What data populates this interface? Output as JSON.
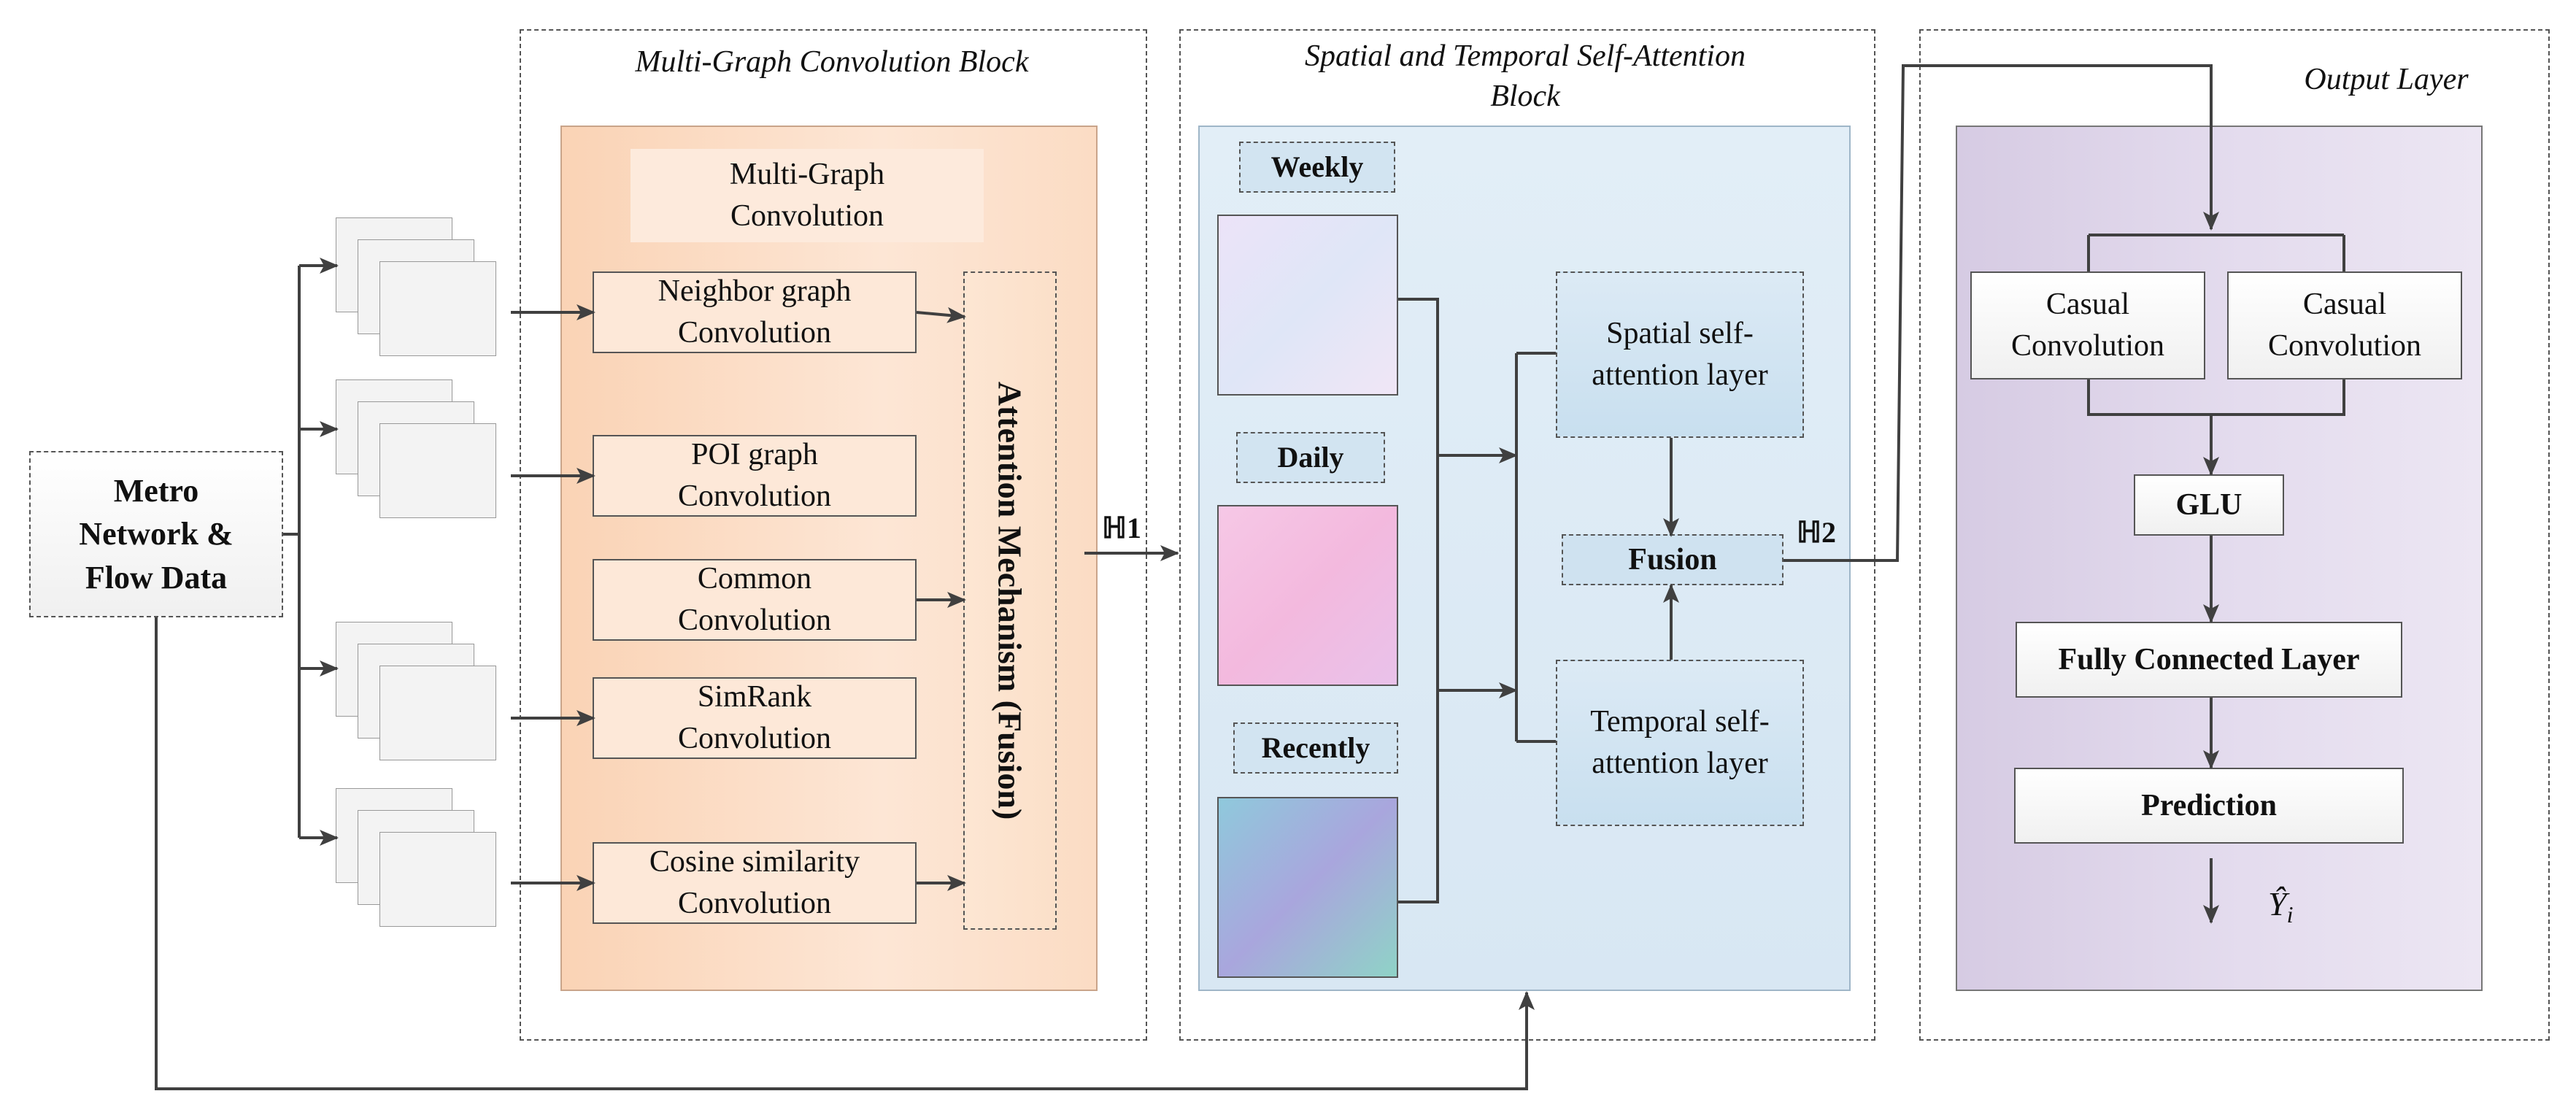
{
  "blocks": {
    "mgc_title": "Multi-Graph Convolution Block",
    "stsa_title": "Spatial and Temporal Self-Attention Block",
    "output_title": "Output Layer"
  },
  "input": {
    "label": "Metro Network & Flow Data"
  },
  "mgc": {
    "header": "Multi-Graph Convolution",
    "convs": [
      "Neighbor graph Convolution",
      "POI graph Convolution",
      "Common Convolution",
      "SimRank Convolution",
      "Cosine similarity Convolution"
    ],
    "attention": "Attention Mechanism (Fusion)"
  },
  "stsa": {
    "weekly": "Weekly",
    "daily": "Daily",
    "recently": "Recently",
    "spatial": "Spatial self-attention layer",
    "temporal": "Temporal self-attention layer",
    "fusion": "Fusion"
  },
  "output": {
    "conv1": "Casual Convolution",
    "conv2": "Casual Convolution",
    "glu": "GLU",
    "fc": "Fully Connected Layer",
    "prediction": "Prediction",
    "yhat": "Ŷ",
    "yhat_sub": "i"
  },
  "edges": {
    "h1": "ℍ1",
    "h2": "ℍ2"
  },
  "colors": {
    "mgc_fill": "#fbd9c0",
    "stsa_fill": "#dce9f4",
    "output_fill": "#ddd3e8",
    "line": "#404040"
  }
}
